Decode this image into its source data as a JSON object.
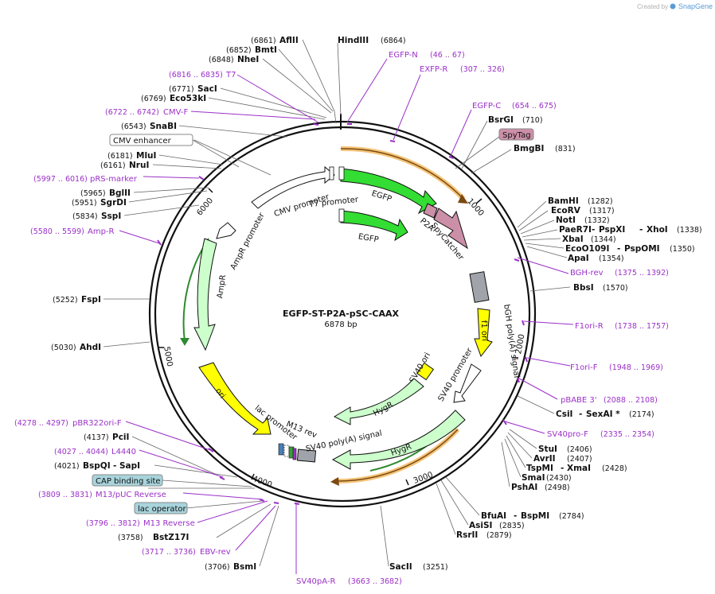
{
  "credit": {
    "prefix": "Created by",
    "brand": "SnapGene"
  },
  "plasmid": {
    "name": "EGFP-ST-P2A-pSC-CAAX",
    "size": "6878 bp"
  },
  "ticks": [
    "1000",
    "2000",
    "3000",
    "4000",
    "5000",
    "6000"
  ],
  "sites_left": [
    {
      "enz": "AflII",
      "pos": "(6861)"
    },
    {
      "enz": "BmtI",
      "pos": "(6852)"
    },
    {
      "enz": "NheI",
      "pos": "(6848)"
    },
    {
      "enz": "SacI",
      "pos": "(6771)"
    },
    {
      "enz": "Eco53kI",
      "pos": "(6769)"
    },
    {
      "enz": "SnaBI",
      "pos": "(6543)"
    },
    {
      "enz": "MluI",
      "pos": "(6181)"
    },
    {
      "enz": "NruI",
      "pos": "(6161)"
    },
    {
      "enz": "BglII",
      "pos": "(5965)"
    },
    {
      "enz": "SgrDI",
      "pos": "(5951)"
    },
    {
      "enz": "SspI",
      "pos": "(5834)"
    },
    {
      "enz": "FspI",
      "pos": "(5252)"
    },
    {
      "enz": "AhdI",
      "pos": "(5030)"
    },
    {
      "enz": "PciI",
      "pos": "(4137)"
    },
    {
      "enz": "BspQI",
      "enz2": "SapI",
      "pos": "(4021)"
    },
    {
      "enz": "BstZ17I",
      "pos": "(3758)"
    },
    {
      "enz": "BsmI",
      "pos": "(3706)"
    }
  ],
  "sites_right": [
    {
      "enz": "HindIII",
      "pos": "(6864)"
    },
    {
      "enz": "BsrGI",
      "pos": "(710)"
    },
    {
      "enz": "BmgBI",
      "pos": "(831)"
    },
    {
      "enz": "BamHI",
      "pos": "(1282)"
    },
    {
      "enz": "EcoRV",
      "pos": "(1317)"
    },
    {
      "enz": "NotI",
      "pos": "(1332)"
    },
    {
      "enz": "PaeR7I",
      "enz2": "PspXI",
      "enz3": "XhoI",
      "pos": "(1338)"
    },
    {
      "enz": "XbaI",
      "pos": "(1344)"
    },
    {
      "enz": "EcoO109I",
      "enz2": "PspOMI",
      "pos": "(1350)"
    },
    {
      "enz": "ApaI",
      "pos": "(1354)"
    },
    {
      "enz": "BbsI",
      "pos": "(1570)"
    },
    {
      "enz": "CsiI",
      "enz2": "SexAI *",
      "pos": "(2174)"
    },
    {
      "enz": "StuI",
      "pos": "(2406)"
    },
    {
      "enz": "AvrII",
      "pos": "(2407)"
    },
    {
      "enz": "TspMI",
      "enz2": "XmaI",
      "pos": "(2428)"
    },
    {
      "enz": "SmaI",
      "pos": "(2430)"
    },
    {
      "enz": "PshAI",
      "pos": "(2498)"
    },
    {
      "enz": "BfuAI",
      "enz2": "BspMI",
      "pos": "(2784)"
    },
    {
      "enz": "AsiSI",
      "pos": "(2835)"
    },
    {
      "enz": "RsrII",
      "pos": "(2879)"
    },
    {
      "enz": "SacII",
      "pos": "(3251)"
    }
  ],
  "primers": [
    {
      "name": "T7",
      "range": "(6816 .. 6835)"
    },
    {
      "name": "CMV-F",
      "range": "(6722 .. 6742)"
    },
    {
      "name": "pRS-marker",
      "range": "(5997 .. 6016)"
    },
    {
      "name": "Amp-R",
      "range": "(5580 .. 5599)"
    },
    {
      "name": "pBR322ori-F",
      "range": "(4278 .. 4297)"
    },
    {
      "name": "L4440",
      "range": "(4027 .. 4044)"
    },
    {
      "name": "M13/pUC Reverse",
      "range": "(3809 .. 3831)"
    },
    {
      "name": "M13 Reverse",
      "range": "(3796 .. 3812)"
    },
    {
      "name": "EBV-rev",
      "range": "(3717 .. 3736)"
    },
    {
      "name": "SV40pA-R",
      "range": "(3663 .. 3682)"
    },
    {
      "name": "EGFP-N",
      "range": "(46 .. 67)"
    },
    {
      "name": "EXFP-R",
      "range": "(307 .. 326)"
    },
    {
      "name": "EGFP-C",
      "range": "(654 .. 675)"
    },
    {
      "name": "BGH-rev",
      "range": "(1375 .. 1392)"
    },
    {
      "name": "F1ori-R",
      "range": "(1738 .. 1757)"
    },
    {
      "name": "F1ori-F",
      "range": "(1948 .. 1969)"
    },
    {
      "name": "pBABE 3'",
      "range": "(2088 .. 2108)"
    },
    {
      "name": "SV40pro-F",
      "range": "(2335 .. 2354)"
    }
  ],
  "boxed": {
    "cmv_enhancer": "CMV enhancer",
    "spytag": "SpyTag",
    "cap_site": "CAP binding site",
    "lac_operator": "lac operator"
  },
  "features": {
    "cmv_promoter": "CMV promoter",
    "t7_promoter": "T7 promoter",
    "egfp1": "EGFP",
    "egfp2": "EGFP",
    "p2a": "P2A",
    "spycatcher": "SpyCatcher",
    "bgh": "bGH poly(A) signal",
    "f1ori": "f1 ori",
    "sv40_promoter": "SV40 promoter",
    "sv40_ori": "SV40 ori",
    "hygr1": "HygR",
    "hygr2": "HygR",
    "sv40_polya": "SV40 poly(A) signal",
    "m13rev": "M13 rev",
    "lac_promoter": "lac promoter",
    "ori": "ori",
    "ampr": "AmpR",
    "ampr_promoter": "AmpR promoter"
  },
  "colors": {
    "egfp": "#33dd33",
    "spy": "#cc8fa8",
    "yellow": "#ffff00",
    "mint": "#ccffcc",
    "grey": "#a0a4aa",
    "primer": "#9b30c8",
    "orange": "#f5c47a",
    "box_teal": "#a8d4dc"
  }
}
